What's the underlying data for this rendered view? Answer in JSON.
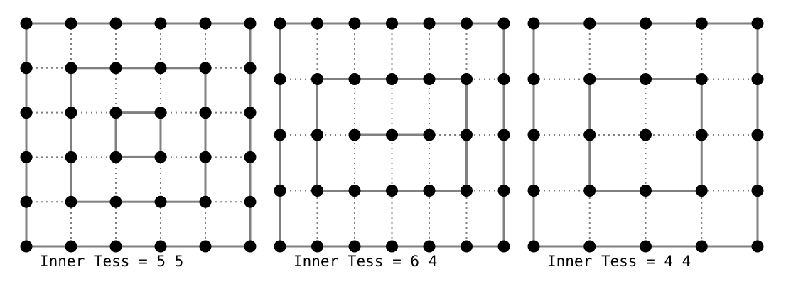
{
  "panels": [
    {
      "label": "Inner Tess = 5 5",
      "inner_tess": [
        5,
        5
      ]
    },
    {
      "label": "Inner Tess = 6 4",
      "inner_tess": [
        6,
        4
      ]
    },
    {
      "label": "Inner Tess = 4 4",
      "inner_tess": [
        4,
        4
      ]
    }
  ],
  "colors": {
    "solid_edge": "#808080",
    "dotted_edge": "#808080",
    "vertex": "#000000"
  }
}
